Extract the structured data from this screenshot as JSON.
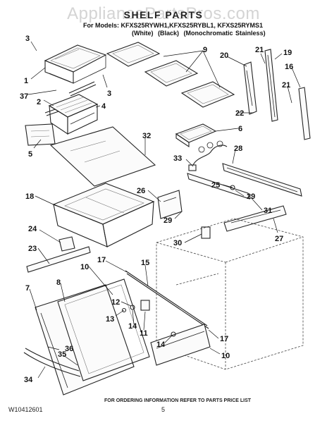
{
  "watermark": "AppliancePartsPros.com",
  "title": "SHELF PARTS",
  "models_line": "For Models: KFXS25RYWH1,KFXS25RYBL1, KFXS25RYMS1",
  "variants": [
    "(White)",
    "(Black)",
    "(Monochromatic Stainless)"
  ],
  "footer": {
    "doc_id": "W10412601",
    "page": "5",
    "note": "FOR ORDERING INFORMATION REFER TO PARTS PRICE LIST"
  },
  "callouts": {
    "c1": "1",
    "c2": "2",
    "c3a": "3",
    "c3b": "3",
    "c4": "4",
    "c5": "5",
    "c6": "6",
    "c7": "7",
    "c8": "8",
    "c9": "9",
    "c10a": "10",
    "c10b": "10",
    "c11": "11",
    "c12": "12",
    "c13": "13",
    "c14a": "14",
    "c14b": "14",
    "c15": "15",
    "c16": "16",
    "c17a": "17",
    "c17b": "17",
    "c18": "18",
    "c19": "19",
    "c20": "20",
    "c21a": "21",
    "c21b": "21",
    "c22": "22",
    "c23": "23",
    "c24": "24",
    "c25": "25",
    "c26": "26",
    "c27": "27",
    "c28": "28",
    "c29a": "29",
    "c29b": "29",
    "c30": "30",
    "c31": "31",
    "c32": "32",
    "c33": "33",
    "c34": "34",
    "c35": "35",
    "c36": "36",
    "c37": "37"
  }
}
